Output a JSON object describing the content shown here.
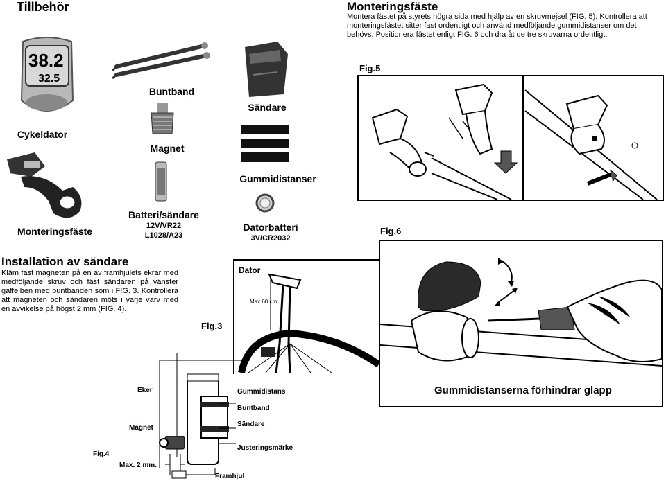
{
  "left_header": {
    "title": "Tillbehör"
  },
  "right_header": {
    "title": "Monteringsfäste",
    "text": "Montera fästet på styrets högra sida med hjälp av en skruvmejsel (FIG. 5). Kontrollera att monteringsfästet sitter fast ordentligt och använd medföljande gummidistanser om det behövs. Positionera fästet enligt FIG. 6 och dra åt de tre skruvarna ordentligt."
  },
  "accessories": {
    "computer_label": "Cykeldator",
    "computer_display": {
      "top": "38.2",
      "bottom": "32.5"
    },
    "bracket_label": "Monteringsfäste",
    "cable_ties_label": "Buntband",
    "magnet_label": "Magnet",
    "battery_transmitter_label": "Batteri/sändare",
    "battery_transmitter_spec1": "12V/VR22",
    "battery_transmitter_spec2": "L1028/A23",
    "transmitter_label": "Sändare",
    "rubber_spacers_label": "Gummidistanser",
    "computer_battery_label": "Datorbatteri",
    "computer_battery_spec": "3V/CR2032"
  },
  "install": {
    "title": "Installation av sändare",
    "text": "Kläm fast magneten på en av framhjulets ekrar med medföljande skruv och fäst sändaren på vänster gaffelben med buntbanden som i FIG. 3. Kontrollera att magneten och sändaren möts i varje varv med en avvikelse på högst 2 mm (FIG. 4)."
  },
  "fig3": {
    "label": "Fig.3",
    "dator": "Dator",
    "max": "Max 60 cm"
  },
  "fig4": {
    "label": "Fig.4",
    "eker": "Eker",
    "magnet": "Magnet",
    "max": "Max. 2 mm.",
    "framhjul": "Framhjul",
    "gummi": "Gummidistans",
    "buntband": "Buntband",
    "sandare": "Sändare",
    "juster": "Justeringsmärke"
  },
  "fig5": {
    "label": "Fig.5"
  },
  "fig6": {
    "label": "Fig.6",
    "caption": "Gummidistanserna förhindrar glapp"
  }
}
